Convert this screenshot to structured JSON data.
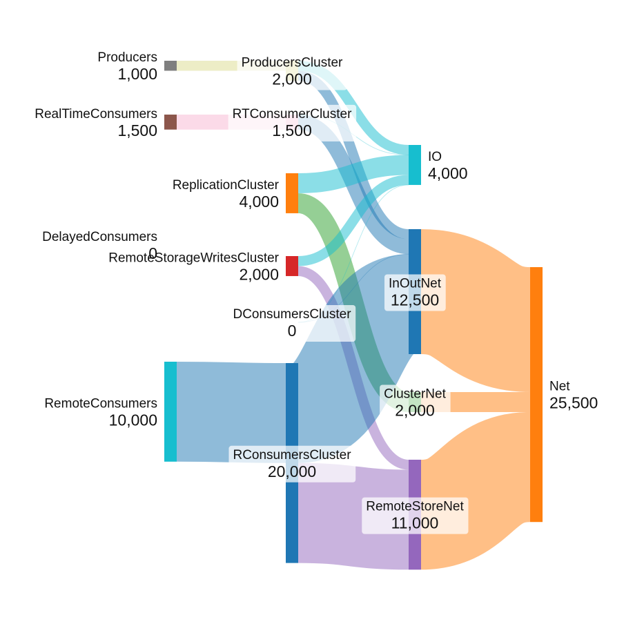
{
  "chart_data": {
    "type": "sankey",
    "nodes": [
      {
        "id": "Producers",
        "label": "Producers",
        "value_label": "1,000",
        "color": "#7f7f7f"
      },
      {
        "id": "RealTimeConsumers",
        "label": "RealTimeConsumers",
        "value_label": "1,500",
        "color": "#8c564b"
      },
      {
        "id": "DelayedConsumers",
        "label": "DelayedConsumers",
        "value_label": "0",
        "color": "#bcbd22"
      },
      {
        "id": "RemoteConsumers",
        "label": "RemoteConsumers",
        "value_label": "10,000",
        "color": "#17becf"
      },
      {
        "id": "ProducersCluster",
        "label": "ProducersCluster",
        "value_label": "2,000",
        "color": "#dbdb8d"
      },
      {
        "id": "RTConsumerCluster",
        "label": "RTConsumerCluster",
        "value_label": "1,500",
        "color": "#f7b6d2"
      },
      {
        "id": "ReplicationCluster",
        "label": "ReplicationCluster",
        "value_label": "4,000",
        "color": "#ff7f0e"
      },
      {
        "id": "RemoteStorageWritesCluster",
        "label": "RemoteStorageWritesCluster",
        "value_label": "2,000",
        "color": "#d62728"
      },
      {
        "id": "DConsumersCluster",
        "label": "DConsumersCluster",
        "value_label": "0",
        "color": "#bcbd22"
      },
      {
        "id": "RConsumersCluster",
        "label": "RConsumersCluster",
        "value_label": "20,000",
        "color": "#1f77b4"
      },
      {
        "id": "IO",
        "label": "IO",
        "value_label": "4,000",
        "color": "#17becf"
      },
      {
        "id": "InOutNet",
        "label": "InOutNet",
        "value_label": "12,500",
        "color": "#1f77b4"
      },
      {
        "id": "ClusterNet",
        "label": "ClusterNet",
        "value_label": "2,000",
        "color": "#2ca02c"
      },
      {
        "id": "RemoteStoreNet",
        "label": "RemoteStoreNet",
        "value_label": "11,000",
        "color": "#9467bd"
      },
      {
        "id": "Net",
        "label": "Net",
        "value_label": "25,500",
        "color": "#ff7f0e"
      }
    ],
    "links": [
      {
        "source": "Producers",
        "target": "ProducersCluster",
        "value": 1000,
        "color": "#dbdb8d"
      },
      {
        "source": "RealTimeConsumers",
        "target": "RTConsumerCluster",
        "value": 1500,
        "color": "#f7b6d2"
      },
      {
        "source": "RemoteConsumers",
        "target": "RConsumersCluster",
        "value": 10000,
        "color": "#1f77b4"
      },
      {
        "source": "ProducersCluster",
        "target": "IO",
        "value": 1000,
        "color": "#17becf"
      },
      {
        "source": "ProducersCluster",
        "target": "InOutNet",
        "value": 1000,
        "color": "#1f77b4"
      },
      {
        "source": "RTConsumerCluster",
        "target": "IO",
        "value": 0,
        "color": "#17becf"
      },
      {
        "source": "RTConsumerCluster",
        "target": "InOutNet",
        "value": 1500,
        "color": "#1f77b4"
      },
      {
        "source": "ReplicationCluster",
        "target": "IO",
        "value": 2000,
        "color": "#17becf"
      },
      {
        "source": "ReplicationCluster",
        "target": "ClusterNet",
        "value": 2000,
        "color": "#2ca02c"
      },
      {
        "source": "RemoteStorageWritesCluster",
        "target": "IO",
        "value": 1000,
        "color": "#17becf"
      },
      {
        "source": "RemoteStorageWritesCluster",
        "target": "RemoteStoreNet",
        "value": 1000,
        "color": "#9467bd"
      },
      {
        "source": "DConsumersCluster",
        "target": "IO",
        "value": 0,
        "color": "#17becf"
      },
      {
        "source": "DConsumersCluster",
        "target": "InOutNet",
        "value": 0,
        "color": "#1f77b4"
      },
      {
        "source": "RConsumersCluster",
        "target": "InOutNet",
        "value": 10000,
        "color": "#1f77b4"
      },
      {
        "source": "RConsumersCluster",
        "target": "RemoteStoreNet",
        "value": 10000,
        "color": "#9467bd"
      },
      {
        "source": "InOutNet",
        "target": "Net",
        "value": 12500,
        "color": "#ff7f0e"
      },
      {
        "source": "ClusterNet",
        "target": "Net",
        "value": 2000,
        "color": "#ff7f0e"
      },
      {
        "source": "RemoteStoreNet",
        "target": "Net",
        "value": 11000,
        "color": "#ff7f0e"
      }
    ]
  }
}
